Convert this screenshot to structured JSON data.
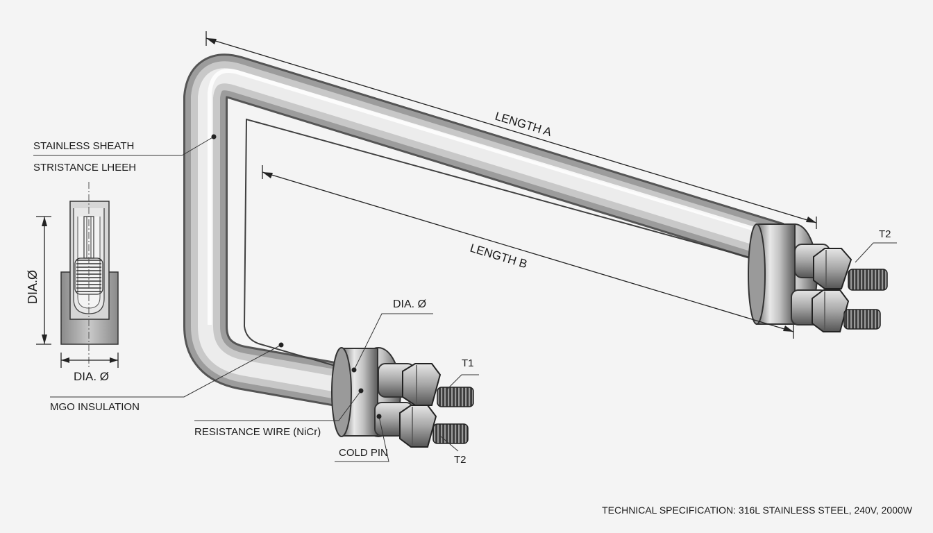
{
  "labels": {
    "stainless_sheath": "STAINLESS SHEATH",
    "stainless_sheath_dup": "STRISTANCE LHEEH",
    "dia_vertical": "DIA.Ø",
    "dia_section": "DIA. Ø",
    "dia_callout": "DIA. Ø",
    "mgo_insulation": "MGO INSULATION",
    "resistance_wire": "RESISTANCE WIRE (NiCr)",
    "cold_pin": "COLD PIN",
    "t1": "T1",
    "t2_lower": "T2",
    "t2_upper": "T2",
    "length_a": "LENGTH A",
    "length_b": "LENGTH B",
    "spec": "TECHNICAL SPECIFICATION: 316L STAINLESS STEEL, 240V, 2000W"
  },
  "colors": {
    "background": "#f4f4f4",
    "steel_light": "#f2f2f2",
    "steel_mid": "#b9b9b9",
    "steel_dark": "#6d6d6d",
    "line": "#222222"
  },
  "icons": [
    "tube-heater-drawing",
    "cross-section-icon",
    "hex-nut-icon",
    "threaded-stud-icon"
  ]
}
